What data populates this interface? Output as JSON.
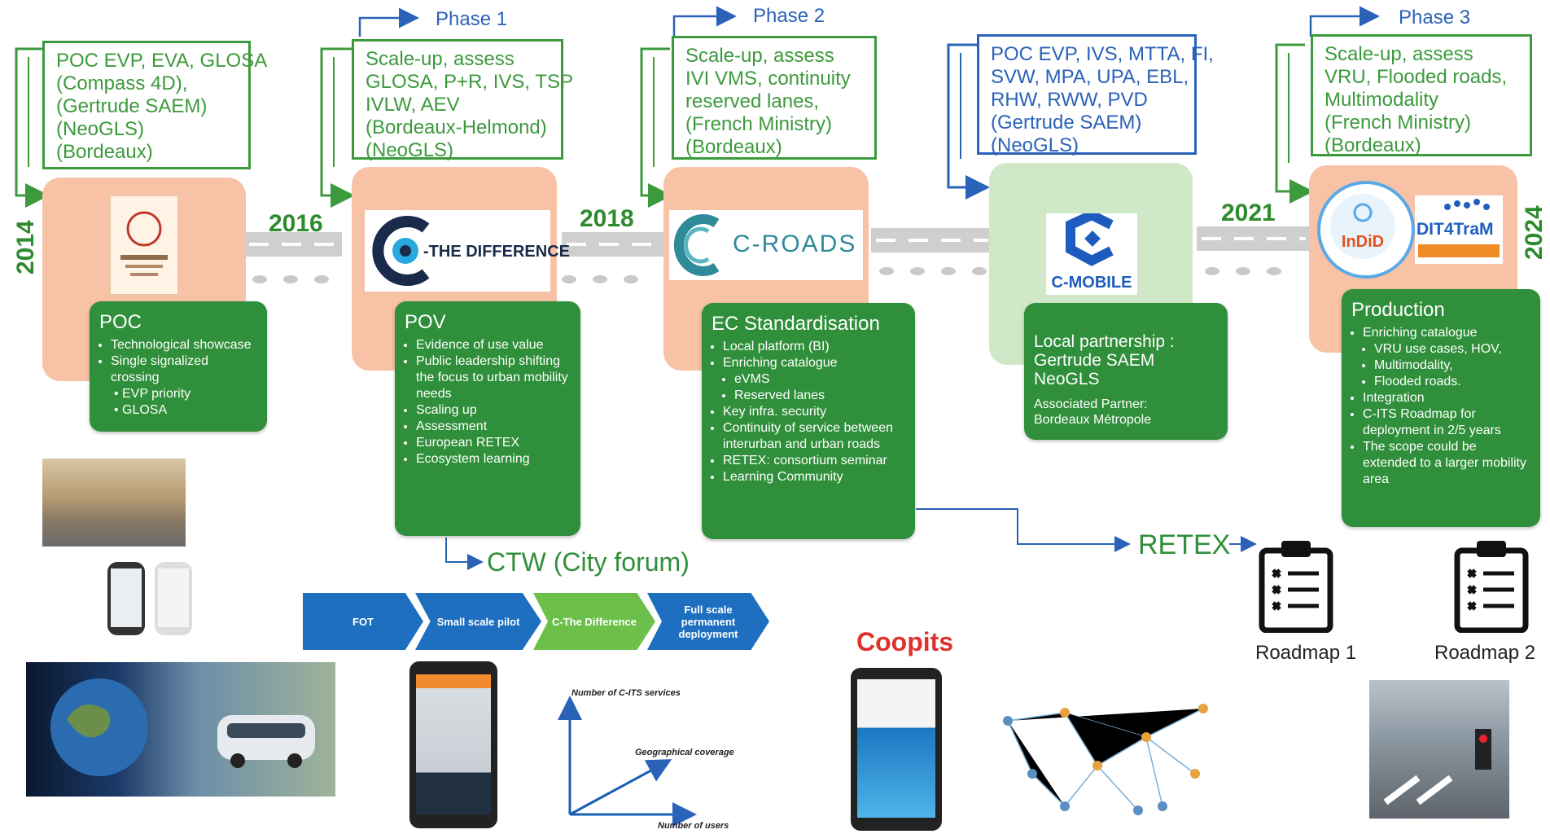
{
  "years": {
    "y2014": "2014",
    "y2016": "2016",
    "y2018": "2018",
    "y2021": "2021",
    "y2024": "2024"
  },
  "phases": {
    "p1": "Phase 1",
    "p2": "Phase 2",
    "p3": "Phase 3"
  },
  "top_boxes": [
    {
      "lines": [
        "POC EVP, EVA, GLOSA",
        "(Compass 4D),",
        "(Gertrude SAEM)",
        "(NeoGLS)",
        "(Bordeaux)"
      ]
    },
    {
      "lines": [
        "Scale-up, assess",
        "GLOSA, P+R, IVS, TSP",
        "IVLW, AEV",
        "(Bordeaux-Helmond)",
        "(NeoGLS)"
      ]
    },
    {
      "lines": [
        "Scale-up, assess",
        "IVI VMS, continuity",
        "reserved lanes,",
        "(French Ministry)",
        "(Bordeaux)"
      ]
    },
    {
      "lines": [
        "POC EVP, IVS, MTTA, FI,",
        "SVW, MPA, UPA, EBL,",
        "RHW, RWW, PVD",
        "(Gertrude SAEM)",
        "(NeoGLS)"
      ]
    },
    {
      "lines": [
        "Scale-up, assess",
        "VRU, Flooded roads,",
        "Multimodality",
        "(French Ministry)",
        "(Bordeaux)"
      ]
    }
  ],
  "logos": {
    "ctd": "-THE DIFFERENCE",
    "croads": "C-ROADS",
    "cmobile": "C-MOBILE",
    "indid": "InDiD",
    "dit4tram": "DIT4TraM",
    "coopits": "Coopits"
  },
  "cards": {
    "poc": {
      "title": "POC",
      "items": [
        "Technological showcase",
        "Single signalized crossing"
      ],
      "sub": [
        "EVP priority",
        "GLOSA"
      ]
    },
    "pov": {
      "title": "POV",
      "items": [
        "Evidence of use value",
        "Public leadership shifting the focus to urban mobility needs",
        "Scaling up",
        "Assessment",
        "European RETEX",
        "Ecosystem learning"
      ]
    },
    "ec": {
      "title": "EC Standardisation",
      "items1": [
        "Local platform (BI)",
        "Enriching catalogue"
      ],
      "sub": [
        "eVMS",
        "Reserved lanes"
      ],
      "items2": [
        "Key infra. security",
        "Continuity of service between interurban and urban roads",
        "RETEX: consortium seminar",
        "Learning Community"
      ]
    },
    "local": {
      "title_lines": [
        "Local partnership :",
        "Gertrude SAEM",
        "NeoGLS"
      ],
      "assoc": [
        "Associated Partner:",
        "Bordeaux Métropole"
      ]
    },
    "prod": {
      "title": "Production",
      "items1": [
        "Enriching catalogue"
      ],
      "sub": [
        "VRU use cases, HOV,",
        "Multimodality,",
        "Flooded roads."
      ],
      "items2": [
        "Integration",
        "C-ITS Roadmap for deployment in 2/5 years",
        "The scope could be extended to a larger mobility area"
      ]
    }
  },
  "ctw": "CTW (City forum)",
  "retex": "RETEX",
  "roadmaps": {
    "r1": "Roadmap 1",
    "r2": "Roadmap 2"
  },
  "chevrons": [
    "FOT",
    "Small scale pilot",
    "C-The Difference",
    "Full scale permanent deployment"
  ],
  "chart_labels": {
    "y": "Number of C-ITS services",
    "diag": "Geographical coverage",
    "x": "Number of users"
  },
  "colors": {
    "green": "#2f8f3a",
    "salmon": "#f7c2a6",
    "blue": "#2a62b8",
    "lightgreen": "#cfe8c8"
  }
}
